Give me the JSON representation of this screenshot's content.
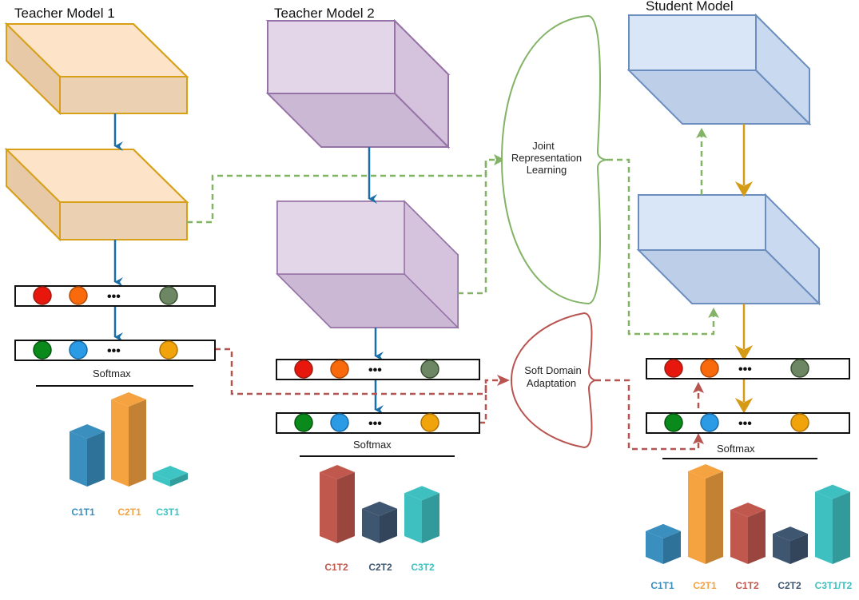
{
  "titles": {
    "teacher1": "Teacher Model 1",
    "teacher2": "Teacher Model 2",
    "student": "Student Model"
  },
  "modules": {
    "joint": [
      "Joint",
      "Representation",
      "Learning"
    ],
    "soft": [
      "Soft Domain",
      "Adaptation"
    ]
  },
  "softmax_label": "Softmax",
  "ellipsis": "•••",
  "colors": {
    "orange_box_face": "#fde3c8",
    "orange_box_side": "#eccbab",
    "orange_box_stroke": "#d6a019",
    "purple_box_face": "#e3d6e9",
    "purple_box_side": "#cbb8d4",
    "purple_box_stroke": "#9673a6",
    "blue_box_face": "#d8e6f8",
    "blue_box_side": "#bccee8",
    "blue_box_stroke": "#6c8ebf",
    "arrow_blue": "#1b6fa8",
    "arrow_gold": "#d59b16",
    "green_dash": "#82b366",
    "red_dash": "#b85450",
    "circle_red": "#e8170e",
    "circle_orange": "#f86a0c",
    "circle_grey": "#6d8764",
    "circle_green": "#0b8a1c",
    "circle_blue": "#2b9be6",
    "circle_yellow": "#f0a30a"
  },
  "chart_data": [
    {
      "type": "bar",
      "name": "teacher1-output",
      "categories": [
        "C1T1",
        "C2T1",
        "C3T1"
      ],
      "values": [
        60,
        100,
        8
      ],
      "colors": [
        "#3a8fbf",
        "#f4a340",
        "#3fc4c4"
      ]
    },
    {
      "type": "bar",
      "name": "teacher2-output",
      "categories": [
        "C1T2",
        "C2T2",
        "C3T2"
      ],
      "values": [
        70,
        30,
        47
      ],
      "colors": [
        "#c0584d",
        "#3e5670",
        "#3fc0c0"
      ]
    },
    {
      "type": "bar",
      "name": "student-output",
      "categories": [
        "C1T1",
        "C2T1",
        "C1T2",
        "C2T2",
        "C3T1/T2"
      ],
      "values": [
        30,
        100,
        55,
        27,
        76
      ],
      "colors": [
        "#3a8fbf",
        "#f4a340",
        "#c0584d",
        "#3e5670",
        "#3fc0c0"
      ]
    }
  ]
}
